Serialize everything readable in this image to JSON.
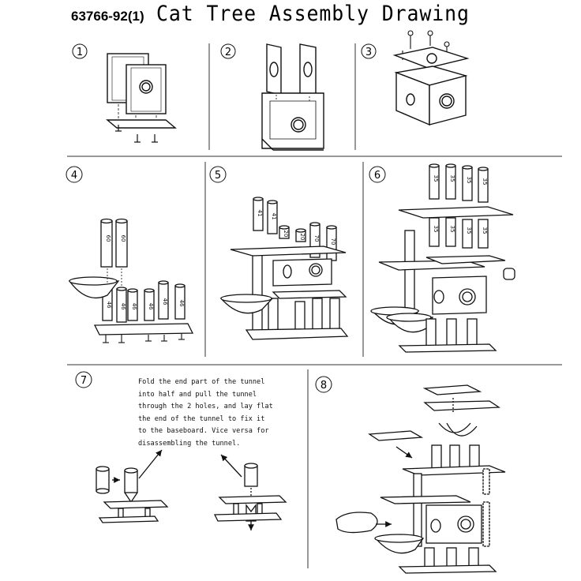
{
  "document": {
    "code": "63766-92(1)",
    "title": "Cat Tree Assembly Drawing"
  },
  "steps": [
    {
      "number": "1"
    },
    {
      "number": "2"
    },
    {
      "number": "3"
    },
    {
      "number": "4",
      "post_labels": [
        "60",
        "60",
        "46",
        "46",
        "46",
        "46",
        "46",
        "46"
      ]
    },
    {
      "number": "5",
      "post_labels": [
        "41",
        "41",
        "20",
        "20",
        "70",
        "70"
      ]
    },
    {
      "number": "6",
      "post_labels": [
        "35",
        "35",
        "35",
        "35",
        "35",
        "35",
        "35",
        "35"
      ]
    },
    {
      "number": "7",
      "note_lines": [
        "Fold the end part of the tunnel",
        "into half and pull the tunnel",
        "through the 2 holes, and lay flat",
        "the end of the tunnel to fix it",
        "to the baseboard. Vice versa for",
        "disassembling the tunnel."
      ]
    },
    {
      "number": "8"
    }
  ]
}
